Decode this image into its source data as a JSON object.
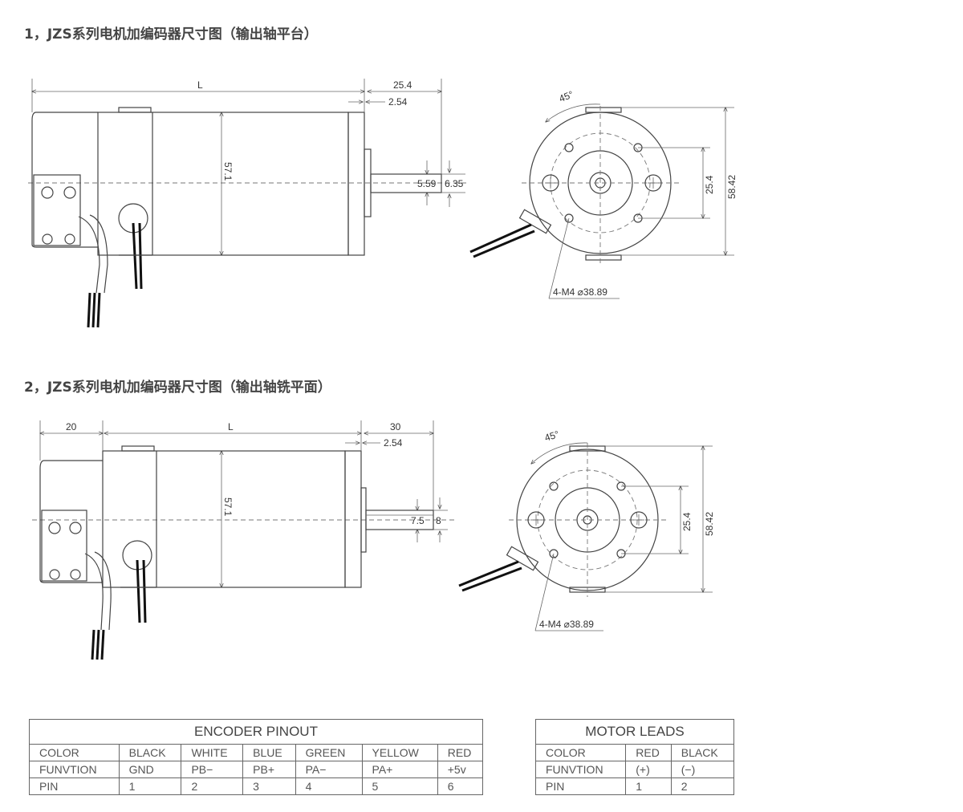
{
  "section1": {
    "title": "1，JZS系列电机加编码器尺寸图（输出轴平台）",
    "dims": {
      "length": "L",
      "shaft_len": "25.4",
      "flange": "2.54",
      "body_dia": "57.1",
      "flat": "5.59",
      "shaft_dia": "6.35",
      "angle": "45°",
      "bolt_spacing": "25.4",
      "outer": "58.42",
      "holes": "4-M4 ⌀38.89"
    }
  },
  "section2": {
    "title": "2，JZS系列电机加编码器尺寸图（输出轴铣平面）",
    "dims": {
      "encoder_len": "20",
      "length": "L",
      "shaft_len": "30",
      "flange": "2.54",
      "body_dia": "57.1",
      "flat": "7.5",
      "shaft_dia": "8",
      "angle": "45°",
      "bolt_spacing": "25.4",
      "outer": "58.42",
      "holes": "4-M4 ⌀38.89"
    }
  },
  "encoder_table": {
    "caption": "ENCODER PINOUT",
    "rows": [
      [
        "COLOR",
        "BLACK",
        "WHITE",
        "BLUE",
        "GREEN",
        "YELLOW",
        "RED"
      ],
      [
        "FUNVTION",
        "GND",
        "PB−",
        "PB+",
        "PA−",
        "PA+",
        "+5v"
      ],
      [
        "PIN",
        "1",
        "2",
        "3",
        "4",
        "5",
        "6"
      ]
    ]
  },
  "motor_table": {
    "caption": "MOTOR LEADS",
    "rows": [
      [
        "COLOR",
        "RED",
        "BLACK"
      ],
      [
        "FUNVTION",
        "(+)",
        "(−)"
      ],
      [
        "PIN",
        "1",
        "2"
      ]
    ]
  }
}
